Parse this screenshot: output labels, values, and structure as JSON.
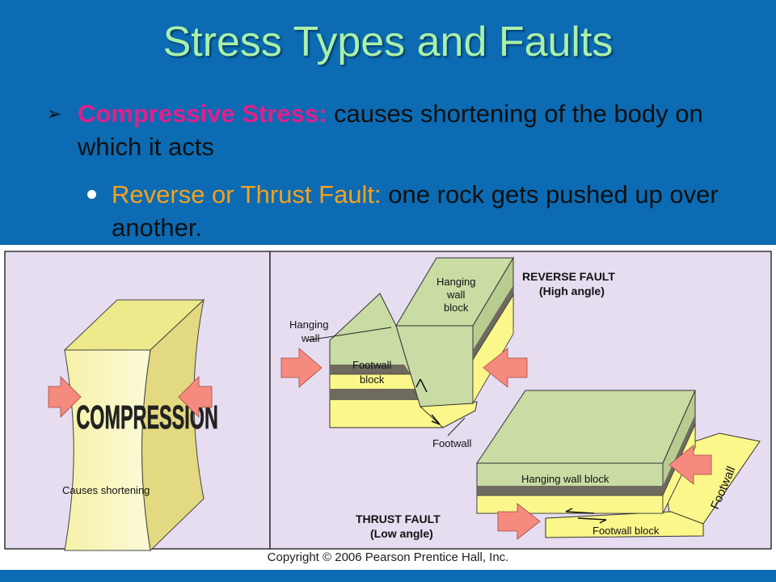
{
  "slide": {
    "title": "Stress Types and Faults",
    "bullets": [
      {
        "term": "Compressive Stress:",
        "text": " causes shortening of the body on which it acts",
        "term_color": "#e0208a"
      },
      {
        "term": "Reverse or Thrust Fault:",
        "text": " one rock gets pushed up over another.",
        "term_color": "#f4a21c"
      }
    ]
  },
  "figure": {
    "left_panel": {
      "block_word": "COMPRESSION",
      "caption": "Causes shortening"
    },
    "right_panel": {
      "reverse_fault": {
        "title_line1": "REVERSE FAULT",
        "title_line2": "(High angle)",
        "hanging_wall_block": [
          "Hanging",
          "wall",
          "block"
        ],
        "hanging_wall": [
          "Hanging",
          "wall"
        ],
        "footwall_block": [
          "Footwall",
          "block"
        ],
        "footwall": "Footwall"
      },
      "thrust_fault": {
        "title_line1": "THRUST FAULT",
        "title_line2": "(Low angle)",
        "hanging_wall_block": "Hanging wall block",
        "footwall_block": "Footwall block",
        "footwall": "Footwall"
      }
    },
    "copyright": "Copyright © 2006 Pearson Prentice Hall, Inc."
  },
  "colors": {
    "header_blue": "#0c6bb3",
    "title_green": "#a9f0a9",
    "panel_lavender": "#e6ddf0",
    "rock_green": "#c8dca4",
    "rock_yellow": "#fbf78a",
    "rock_dark": "#6e6a5e",
    "arrow_salmon": "#f58a7f"
  }
}
